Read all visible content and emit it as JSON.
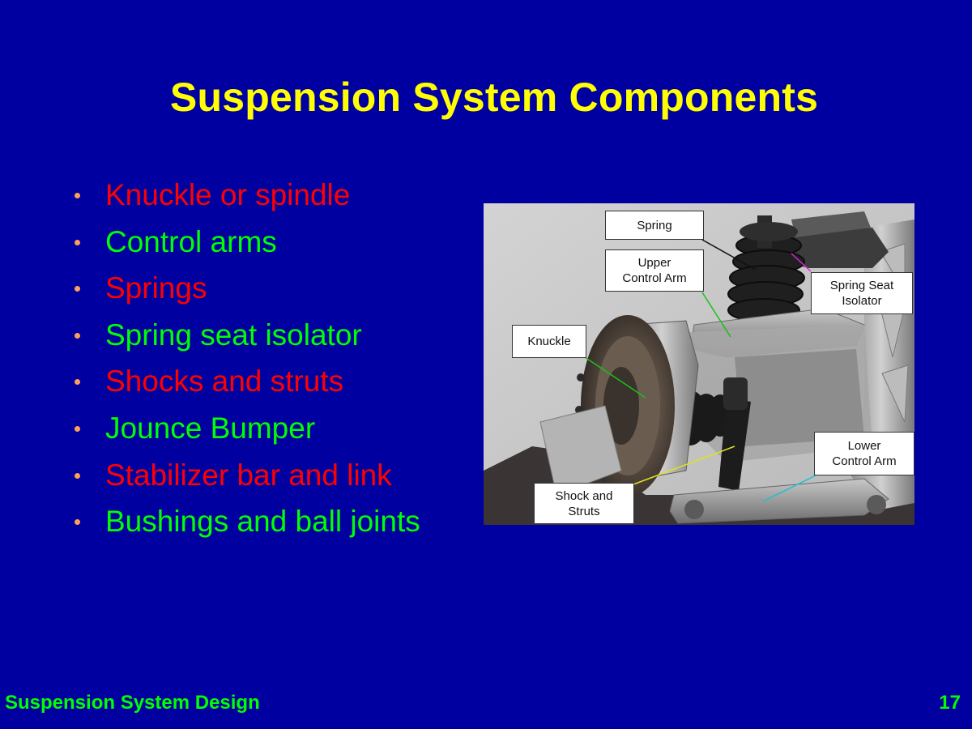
{
  "slide": {
    "title": "Suspension System Components",
    "bullets": [
      {
        "label": "Knuckle or spindle",
        "color": "#ff0000"
      },
      {
        "label": "Control arms",
        "color": "#00ff00"
      },
      {
        "label": "Springs",
        "color": "#ff0000"
      },
      {
        "label": "Spring seat isolator",
        "color": "#00ff00"
      },
      {
        "label": "Shocks and struts",
        "color": "#ff0000"
      },
      {
        "label": "Jounce Bumper",
        "color": "#00ff00"
      },
      {
        "label": "Stabilizer bar and link",
        "color": "#ff0000"
      },
      {
        "label": "Bushings and ball joints",
        "color": "#00ff00"
      }
    ],
    "diagram_callouts": {
      "spring": "Spring",
      "upper_control_arm_line1": "Upper",
      "upper_control_arm_line2": "Control Arm",
      "spring_seat_isolator_line1": "Spring Seat",
      "spring_seat_isolator_line2": "Isolator",
      "knuckle": "Knuckle",
      "lower_control_arm_line1": "Lower",
      "lower_control_arm_line2": "Control Arm",
      "shock_and_struts_line1": "Shock and",
      "shock_and_struts_line2": "Struts"
    },
    "footer": {
      "left": "Suspension System Design",
      "page_number": "17"
    },
    "colors": {
      "background": "#0000a0",
      "title": "#ffff00",
      "red_text": "#ff0000",
      "green_text": "#00ff00",
      "bullet_dot": "#ffa05a"
    }
  }
}
